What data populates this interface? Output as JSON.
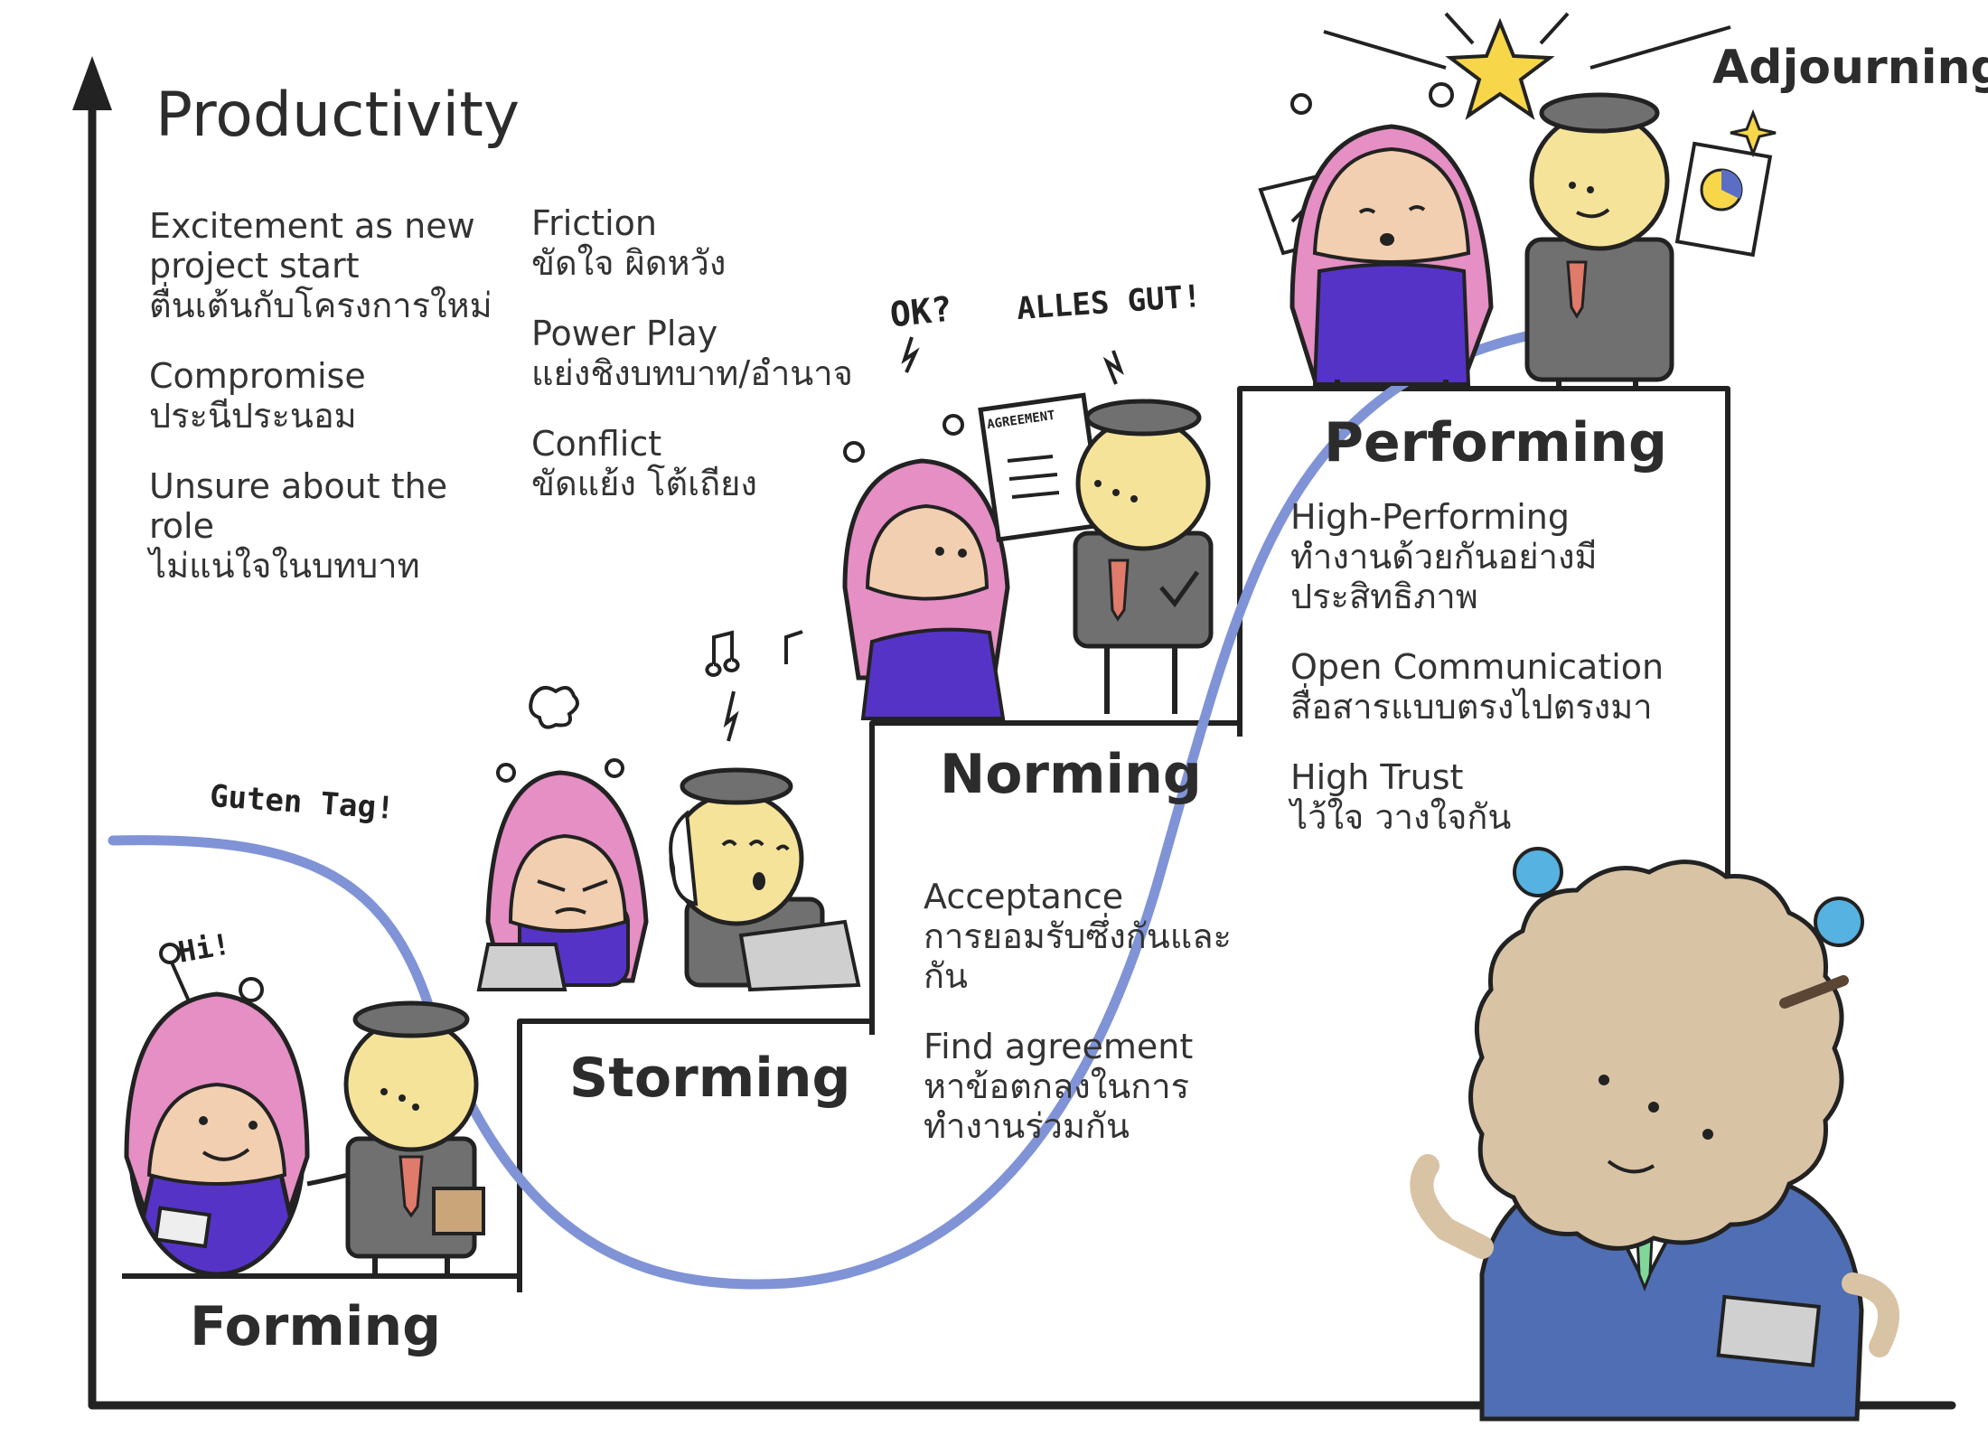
{
  "axis": {
    "y_label": "Productivity"
  },
  "stages": {
    "forming": {
      "title": "Forming"
    },
    "storming": {
      "title": "Storming"
    },
    "norming": {
      "title": "Norming"
    },
    "performing": {
      "title": "Performing"
    },
    "adjourning": {
      "title": "Adjourning"
    }
  },
  "forming_notes": [
    {
      "en": "Excitement as new project start",
      "th": "ตื่นเต้นกับโครงการใหม่"
    },
    {
      "en": "Compromise",
      "th": "ประนีประนอม"
    },
    {
      "en": "Unsure about the role",
      "th": "ไม่แน่ใจในบทบาท"
    }
  ],
  "storming_notes": [
    {
      "en": "Friction",
      "th": "ขัดใจ ผิดหวัง"
    },
    {
      "en": "Power Play",
      "th": "แย่งชิงบทบาท/อำนาจ"
    },
    {
      "en": "Conflict",
      "th": "ขัดแย้ง โต้เถียง"
    }
  ],
  "norming_notes": [
    {
      "en": "Acceptance",
      "th": "การยอมรับซึ่งกันและกัน"
    },
    {
      "en": "Find agreement",
      "th": "หาข้อตกลงในการทำงานร่วมกัน"
    }
  ],
  "performing_notes": [
    {
      "en": "High-Performing",
      "th": "ทำงานด้วยกันอย่างมีประสิทธิภาพ"
    },
    {
      "en": "Open Communication",
      "th": "สื่อสารแบบตรงไปตรงมา"
    },
    {
      "en": "High Trust",
      "th": "ไว้ใจ วางใจกัน"
    }
  ],
  "speech": {
    "guten_tag": "Guten Tag!",
    "hi": "Hi!",
    "ok": "OK?",
    "alles_gut": "ALLES GUT!",
    "agreement_sheet": "AGREEMENT"
  },
  "colors": {
    "curve": "#7f93d6",
    "line": "#222222",
    "hair": "#e58fc4",
    "dress": "#5533c7",
    "skin_girl": "#f2cfb0",
    "skin_boy": "#f6e39a",
    "hat": "#707070",
    "suit": "#707070",
    "tie": "#e07a6a",
    "bear_fur": "#d9c3a5",
    "bear_ear": "#56b2e0",
    "bear_jacket": "#4f6eb3",
    "star": "#f7d64a"
  }
}
